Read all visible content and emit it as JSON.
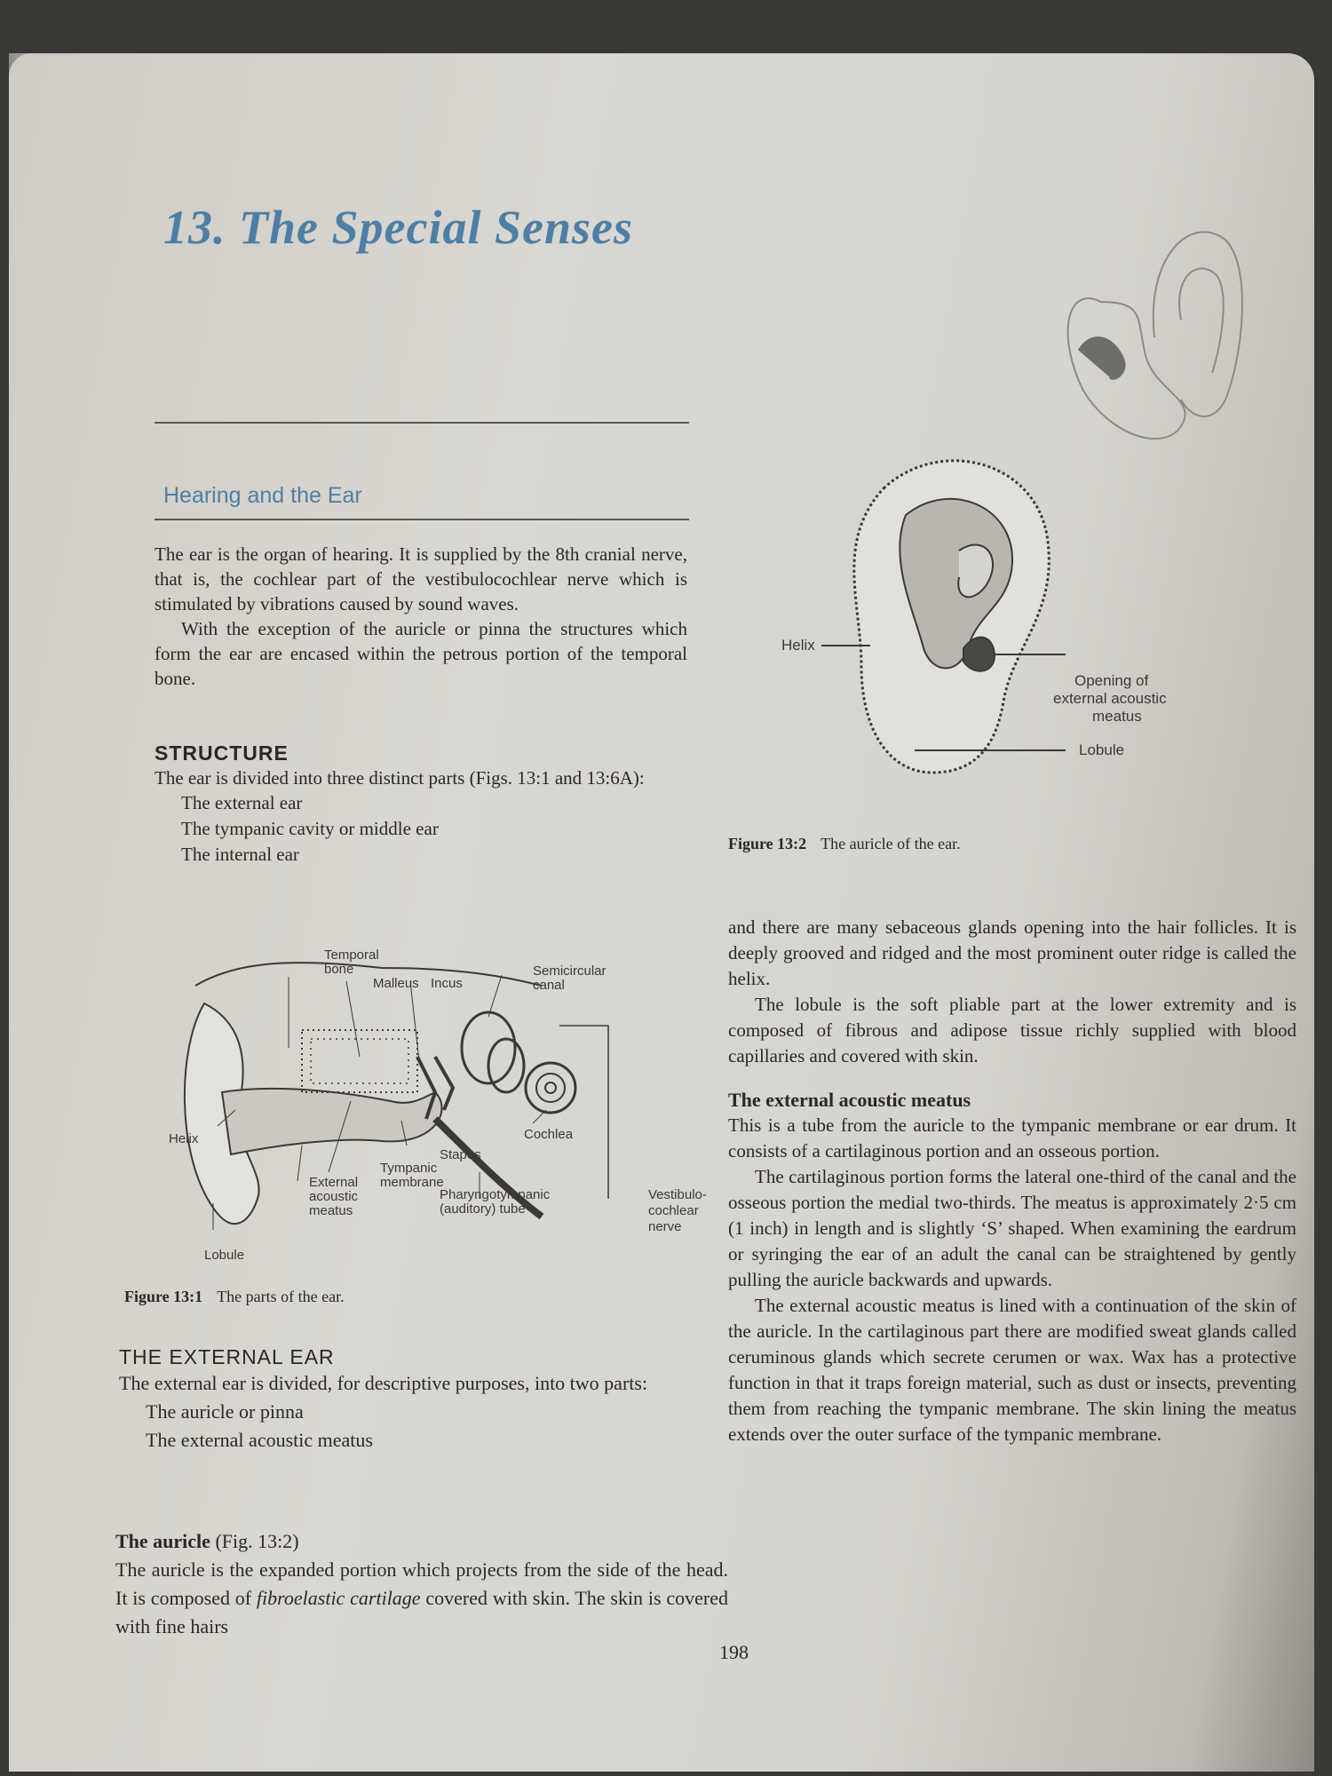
{
  "chapter_title": "13. The Special Senses",
  "section_heading": "Hearing and the Ear",
  "intro_paragraphs": [
    "The ear is the organ of hearing. It is supplied by the 8th cranial nerve, that is, the cochlear part of the vestibulocochlear nerve which is stimulated by vibrations caused by sound waves.",
    "With the exception of the auricle or pinna the structures which form the ear are encased within the petrous portion of the temporal bone."
  ],
  "structure": {
    "heading": "STRUCTURE",
    "intro": "The ear is divided into three distinct parts (Figs. 13:1 and 13:6A):",
    "parts": [
      "The external ear",
      "The tympanic cavity or middle ear",
      "The internal ear"
    ]
  },
  "figure_13_1": {
    "number": "Figure 13:1",
    "caption": "The parts of the ear.",
    "labels": {
      "temporal_bone": [
        "Temporal",
        "bone"
      ],
      "malleus": "Malleus",
      "incus": "Incus",
      "semicircular_canal": [
        "Semicircular",
        "canal"
      ],
      "cochlea": "Cochlea",
      "helix": "Helix",
      "stapes": "Stapes",
      "tympanic_membrane": [
        "Tympanic",
        "membrane"
      ],
      "external_acoustic_meatus": [
        "External",
        "acoustic",
        "meatus"
      ],
      "pharyngotympanic_tube": [
        "Pharyngotympanic",
        "(auditory) tube"
      ],
      "vestibulocochlear_nerve": [
        "Vestibulo-",
        "cochlear",
        "nerve"
      ],
      "lobule": "Lobule"
    }
  },
  "figure_13_2": {
    "number": "Figure 13:2",
    "caption": "The auricle of the ear.",
    "labels": {
      "helix": "Helix",
      "opening": [
        "Opening of",
        "external acoustic",
        "meatus"
      ],
      "lobule": "Lobule"
    }
  },
  "external_ear": {
    "heading": "THE EXTERNAL EAR",
    "intro": "The external ear is divided, for descriptive purposes, into two parts:",
    "parts": [
      "The auricle or pinna",
      "The external acoustic meatus"
    ]
  },
  "auricle": {
    "heading": "The auricle",
    "ref": " (Fig. 13:2)",
    "text_a": "The auricle is the expanded portion which projects from the side of the head. It is composed of ",
    "text_b": "fibroelastic cartilage",
    "text_c": " covered with skin. The skin is covered with fine hairs"
  },
  "right_column": {
    "continuation": "and there are many sebaceous glands opening into the hair follicles. It is deeply grooved and ridged and the most prominent outer ridge is called the helix.",
    "lobule_para": "The lobule is the soft pliable part at the lower extremity and is composed of fibrous and adipose tissue richly supplied with blood capillaries and covered with skin.",
    "meatus_heading": "The external acoustic meatus",
    "meatus_para1": "This is a tube from the auricle to the tympanic membrane or ear drum. It consists of a cartilaginous portion and an osseous portion.",
    "meatus_para2": "The cartilaginous portion forms the lateral one-third of the canal and the osseous portion the medial two-thirds. The meatus is approximately 2·5 cm (1 inch) in length and is slightly ‘S’ shaped. When examining the eardrum or syringing the ear of an adult the canal can be straightened by gently pulling the auricle backwards and upwards.",
    "meatus_para3": "The external acoustic meatus is lined with a continuation of the skin of the auricle. In the cartilaginous part there are modified sweat glands called ceruminous glands which secrete cerumen or wax. Wax has a protective function in that it traps foreign material, such as dust or insects, preventing them from reaching the tympanic membrane. The skin lining the meatus extends over the outer surface of the tympanic membrane."
  },
  "page_number": "198"
}
